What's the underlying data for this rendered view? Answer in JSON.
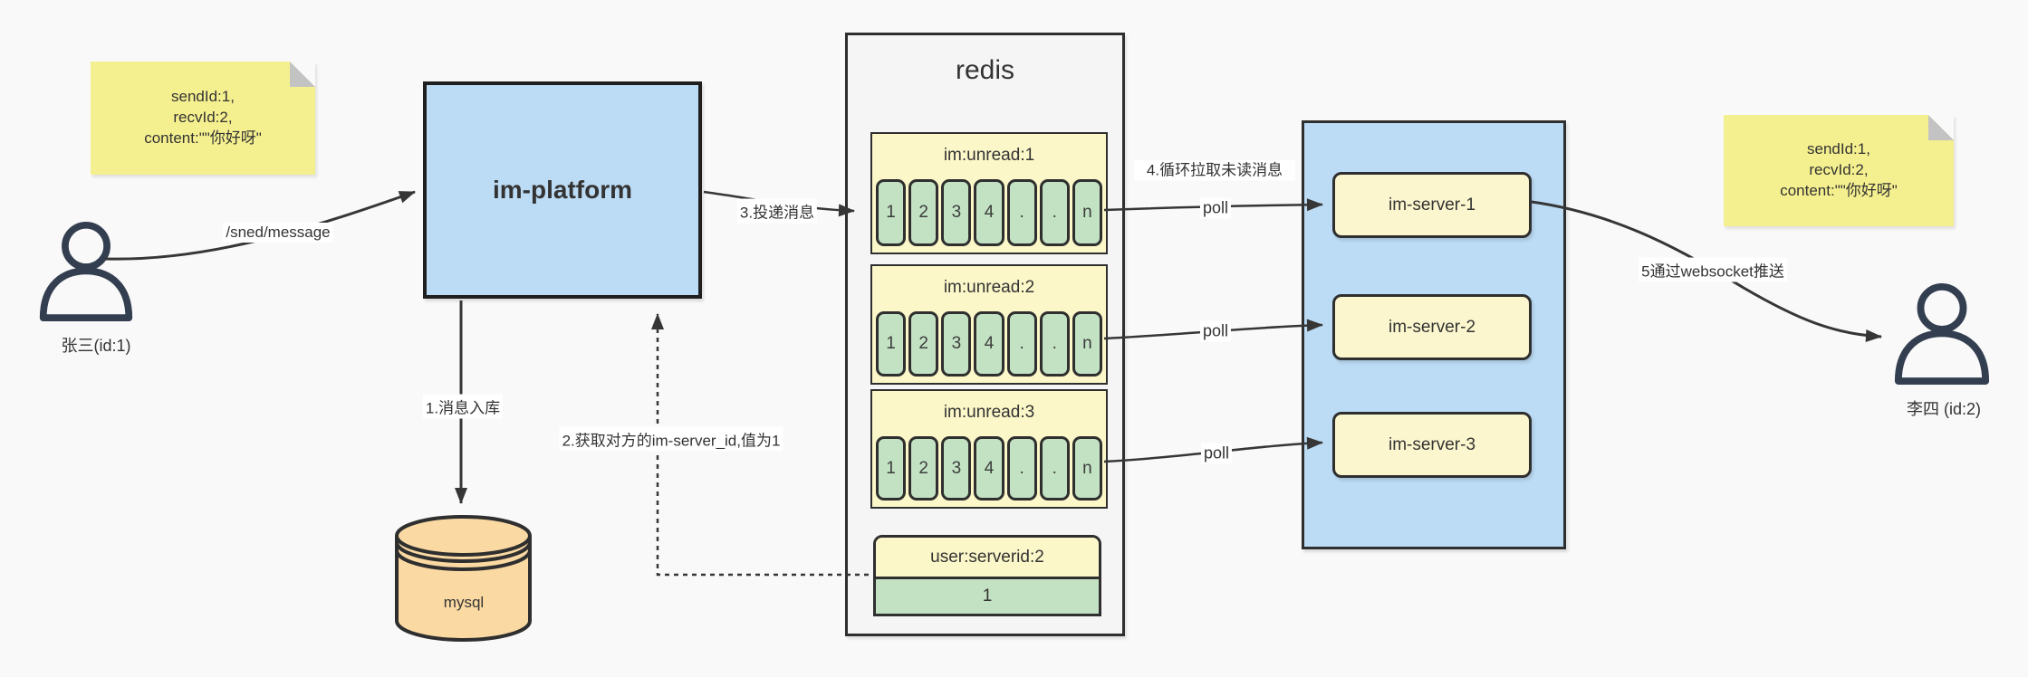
{
  "diagram": {
    "note_left": {
      "line1": "sendId:1,",
      "line2": "recvId:2,",
      "line3": "content:\"\"你好呀\""
    },
    "note_right": {
      "line1": "sendId:1,",
      "line2": "recvId:2,",
      "line3": "content:\"\"你好呀\""
    },
    "actor_left": {
      "label": "张三(id:1)"
    },
    "actor_right": {
      "label": "李四 (id:2)"
    },
    "platform": {
      "label": "im-platform"
    },
    "db": {
      "label": "mysql"
    },
    "redis": {
      "title": "redis",
      "queues": [
        {
          "name": "im:unread:1",
          "cells": [
            "1",
            "2",
            "3",
            "4",
            ".",
            ".",
            "n"
          ]
        },
        {
          "name": "im:unread:2",
          "cells": [
            "1",
            "2",
            "3",
            "4",
            ".",
            ".",
            "n"
          ]
        },
        {
          "name": "im:unread:3",
          "cells": [
            "1",
            "2",
            "3",
            "4",
            ".",
            ".",
            "n"
          ]
        }
      ],
      "kv": {
        "key": "user:serverid:2",
        "value": "1"
      }
    },
    "cluster": {
      "servers": [
        {
          "label": "im-server-1"
        },
        {
          "label": "im-server-2"
        },
        {
          "label": "im-server-3"
        }
      ]
    },
    "labels": {
      "send": "/sned/message",
      "store": "1.消息入库",
      "lookup": "2.获取对方的im-server_id,值为1",
      "deliver": "3.投递消息",
      "poll_loop": "4.循环拉取未读消息",
      "poll_1": "poll",
      "poll_2": "poll",
      "poll_3": "poll",
      "push": "5通过websocket推送"
    },
    "colors": {
      "node_blue": "#bcdcf5",
      "sticky_yellow": "#f5f08f",
      "pale_yellow": "#fbf7c8",
      "cell_green": "#c3e2c4",
      "db_orange": "#fad9a3",
      "panel_gray": "#f5f5f5",
      "stroke_dark": "#2f2f2f",
      "canvas_bg": "#f9f9f9"
    }
  }
}
